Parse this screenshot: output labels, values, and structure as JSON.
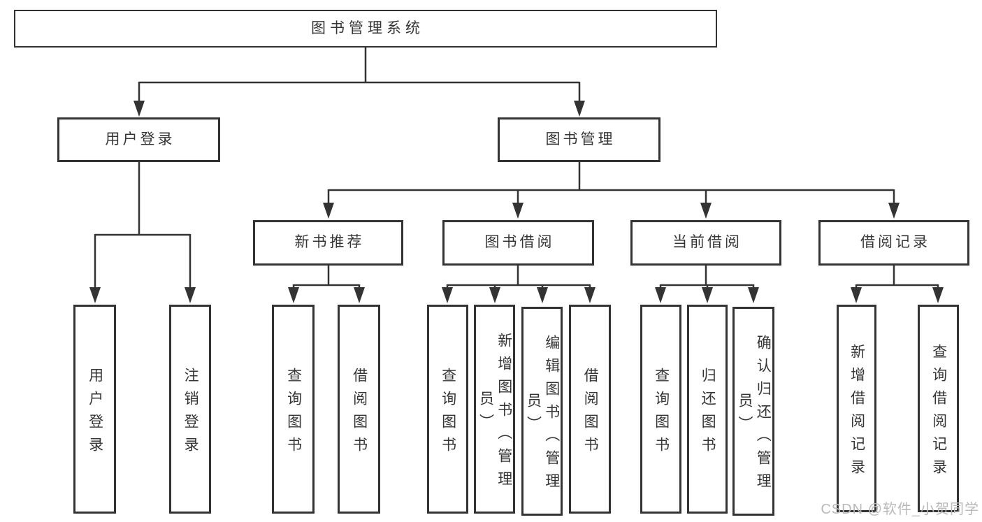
{
  "diagram": {
    "type": "tree",
    "root": "图书管理系统",
    "level2": [
      "用户登录",
      "图书管理"
    ],
    "level3": [
      "新书推荐",
      "图书借阅",
      "当前借阅",
      "借阅记录"
    ],
    "leaves": [
      "用户登录",
      "注销登录",
      "查询图书",
      "借阅图书",
      "查询图书",
      "新增图书（管理员）",
      "编辑图书（管理员）",
      "借阅图书",
      "查询图书",
      "归还图书",
      "确认归还（管理员）",
      "新增借阅记录",
      "查询借阅记录"
    ],
    "hierarchy": {
      "图书管理系统": [
        "用户登录",
        "图书管理"
      ],
      "用户登录": [
        "用户登录",
        "注销登录"
      ],
      "图书管理": [
        "新书推荐",
        "图书借阅",
        "当前借阅",
        "借阅记录"
      ],
      "新书推荐": [
        "查询图书",
        "借阅图书"
      ],
      "图书借阅": [
        "查询图书",
        "新增图书（管理员）",
        "编辑图书（管理员）",
        "借阅图书"
      ],
      "当前借阅": [
        "查询图书",
        "归还图书",
        "确认归还（管理员）"
      ],
      "借阅记录": [
        "新增借阅记录",
        "查询借阅记录"
      ]
    }
  },
  "watermark": "CSDN @软件_小贺同学",
  "colors": {
    "line": "#333333",
    "box_border": "#333333",
    "box_background": "#ffffff",
    "text": "#353535",
    "watermark": "#b9b9b9",
    "background": "#ffffff"
  }
}
